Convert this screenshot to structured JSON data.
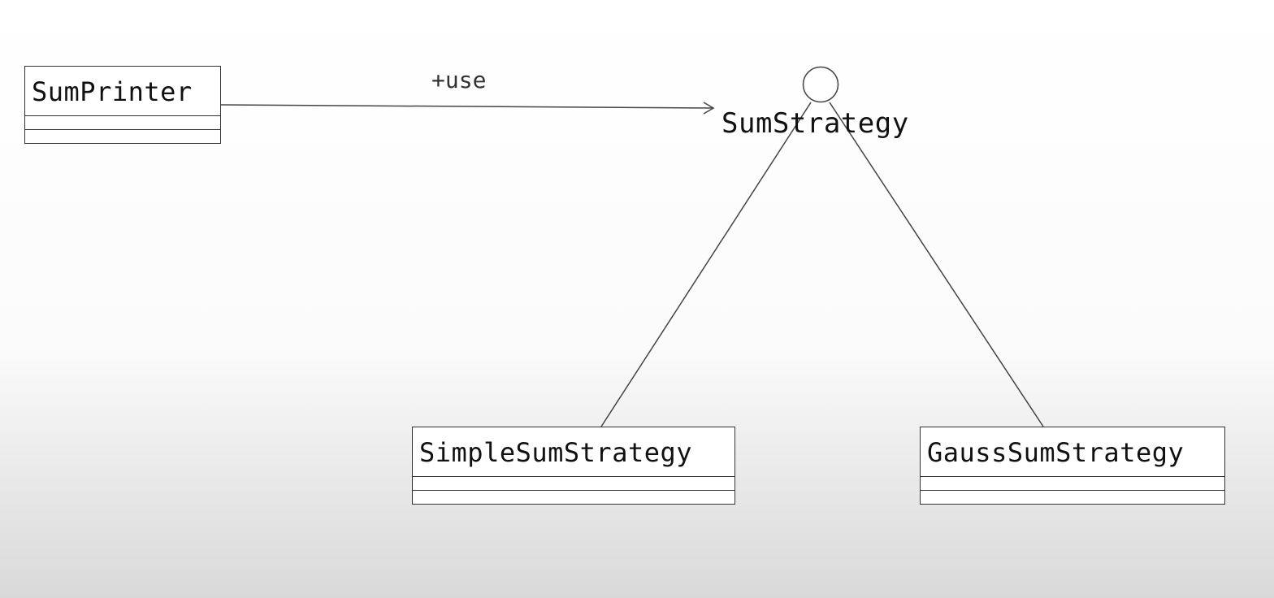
{
  "diagram": {
    "classes": [
      {
        "id": "sumprinter",
        "name": "SumPrinter"
      },
      {
        "id": "simple",
        "name": "SimpleSumStrategy"
      },
      {
        "id": "gauss",
        "name": "GaussSumStrategy"
      }
    ],
    "interface": {
      "name": "SumStrategy"
    },
    "associations": [
      {
        "from": "SumPrinter",
        "to": "SumStrategy",
        "label": "+use"
      }
    ],
    "realizations": [
      {
        "from": "SimpleSumStrategy",
        "to": "SumStrategy"
      },
      {
        "from": "GaussSumStrategy",
        "to": "SumStrategy"
      }
    ]
  }
}
